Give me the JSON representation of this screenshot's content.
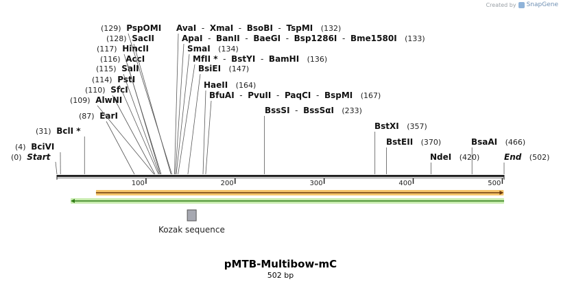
{
  "credit": {
    "prefix": "Created by",
    "brand": "SnapGene"
  },
  "plasmid": {
    "name": "pMTB-Multibow-mC",
    "length_label": "502 bp",
    "length": 502
  },
  "ruler": {
    "ticks": [
      "100",
      "200",
      "300",
      "400",
      "500"
    ]
  },
  "sites": [
    {
      "pos": "(0)",
      "names": [
        "Start"
      ],
      "style": "italic",
      "at": 0
    },
    {
      "pos": "(4)",
      "names": [
        "BciVI"
      ],
      "at": 4
    },
    {
      "pos": "(31)",
      "names": [
        "BclI *"
      ],
      "at": 31
    },
    {
      "pos": "(87)",
      "names": [
        "EarI"
      ],
      "at": 87
    },
    {
      "pos": "(109)",
      "names": [
        "AlwNI"
      ],
      "at": 109
    },
    {
      "pos": "(110)",
      "names": [
        "SfcI"
      ],
      "at": 110
    },
    {
      "pos": "(114)",
      "names": [
        "PstI"
      ],
      "at": 114
    },
    {
      "pos": "(115)",
      "names": [
        "SalI"
      ],
      "at": 115
    },
    {
      "pos": "(116)",
      "names": [
        "AccI"
      ],
      "at": 116
    },
    {
      "pos": "(117)",
      "names": [
        "HincII"
      ],
      "at": 117
    },
    {
      "pos": "(128)",
      "names": [
        "SacII"
      ],
      "at": 128
    },
    {
      "pos": "(129)",
      "names": [
        "PspOMI"
      ],
      "at": 129
    },
    {
      "pos": "(132)",
      "names": [
        "AvaI",
        "XmaI",
        "BsoBI",
        "TspMI"
      ],
      "at": 132,
      "pos_after": true
    },
    {
      "pos": "(133)",
      "names": [
        "ApaI",
        "BanII",
        "BaeGI",
        "Bsp1286I",
        "Bme1580I"
      ],
      "at": 133,
      "pos_after": true
    },
    {
      "pos": "(134)",
      "names": [
        "SmaI"
      ],
      "at": 134,
      "pos_after": true
    },
    {
      "pos": "(136)",
      "names": [
        "MfII *",
        "BstYI",
        "BamHI"
      ],
      "at": 136,
      "pos_after": true
    },
    {
      "pos": "(147)",
      "names": [
        "BsiEI"
      ],
      "at": 147,
      "pos_after": true
    },
    {
      "pos": "(164)",
      "names": [
        "HaeII"
      ],
      "at": 164,
      "pos_after": true
    },
    {
      "pos": "(167)",
      "names": [
        "BfuAI",
        "PvuII",
        "PaqCI",
        "BspMI"
      ],
      "at": 167,
      "pos_after": true
    },
    {
      "pos": "(233)",
      "names": [
        "BssSI",
        "BssSαI"
      ],
      "at": 233,
      "pos_after": true
    },
    {
      "pos": "(357)",
      "names": [
        "BstXI"
      ],
      "at": 357,
      "pos_after": true
    },
    {
      "pos": "(370)",
      "names": [
        "BstEII"
      ],
      "at": 370,
      "pos_after": true
    },
    {
      "pos": "(420)",
      "names": [
        "NdeI"
      ],
      "at": 420,
      "pos_after": true
    },
    {
      "pos": "(466)",
      "names": [
        "BsaAI"
      ],
      "at": 466,
      "pos_after": true
    },
    {
      "pos": "(502)",
      "names": [
        "End"
      ],
      "style": "italic",
      "at": 502,
      "pos_after": true
    }
  ],
  "features": [
    {
      "type": "orange-arrow",
      "direction": "forward",
      "start": 50,
      "end": 500,
      "color": "#e8a33d"
    },
    {
      "type": "green-arrow",
      "direction": "reverse",
      "start": 16,
      "end": 502,
      "color": "#6abf3a"
    },
    {
      "type": "kozak-box",
      "label": "Kozak sequence",
      "at": 151,
      "color": "#a6a8b1"
    }
  ],
  "colors": {
    "backbone": "#222222",
    "leader": "#555555",
    "orange": "#f6c66b",
    "green": "#6abf3a"
  }
}
